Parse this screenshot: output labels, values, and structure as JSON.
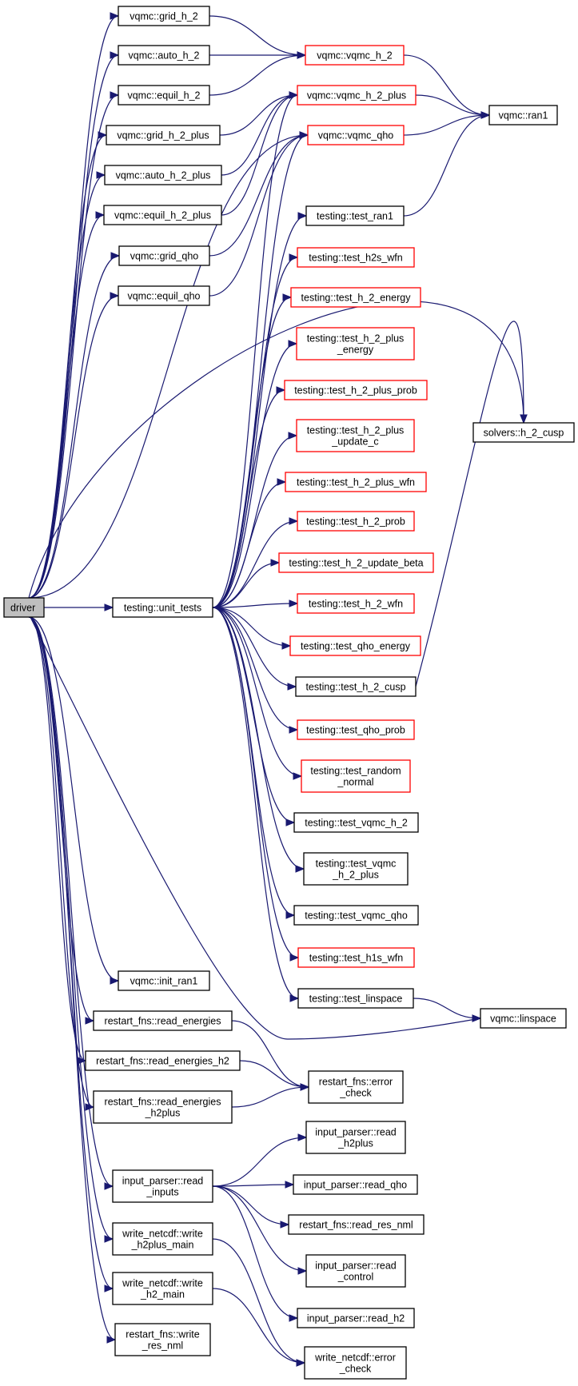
{
  "colors": {
    "edge": "#191970",
    "black_border": "#000000",
    "red_border": "#ff0000",
    "root_fill": "#bfbfbf",
    "node_fill": "#ffffff"
  },
  "nodes": [
    {
      "id": "driver",
      "lines": [
        "driver"
      ],
      "border": "black",
      "root": true
    },
    {
      "id": "grid_h_2",
      "lines": [
        "vqmc::grid_h_2"
      ],
      "border": "black"
    },
    {
      "id": "auto_h_2",
      "lines": [
        "vqmc::auto_h_2"
      ],
      "border": "black"
    },
    {
      "id": "equil_h_2",
      "lines": [
        "vqmc::equil_h_2"
      ],
      "border": "black"
    },
    {
      "id": "grid_h_2_plus",
      "lines": [
        "vqmc::grid_h_2_plus"
      ],
      "border": "black"
    },
    {
      "id": "auto_h_2_plus",
      "lines": [
        "vqmc::auto_h_2_plus"
      ],
      "border": "black"
    },
    {
      "id": "equil_h_2_plus",
      "lines": [
        "vqmc::equil_h_2_plus"
      ],
      "border": "black"
    },
    {
      "id": "grid_qho",
      "lines": [
        "vqmc::grid_qho"
      ],
      "border": "black"
    },
    {
      "id": "equil_qho",
      "lines": [
        "vqmc::equil_qho"
      ],
      "border": "black"
    },
    {
      "id": "vqmc_h_2",
      "lines": [
        "vqmc::vqmc_h_2"
      ],
      "border": "red"
    },
    {
      "id": "vqmc_h_2_plus",
      "lines": [
        "vqmc::vqmc_h_2_plus"
      ],
      "border": "red"
    },
    {
      "id": "vqmc_qho",
      "lines": [
        "vqmc::vqmc_qho"
      ],
      "border": "red"
    },
    {
      "id": "ran1",
      "lines": [
        "vqmc::ran1"
      ],
      "border": "black"
    },
    {
      "id": "h_2_cusp",
      "lines": [
        "solvers::h_2_cusp"
      ],
      "border": "black"
    },
    {
      "id": "unit_tests",
      "lines": [
        "testing::unit_tests"
      ],
      "border": "black"
    },
    {
      "id": "test_ran1",
      "lines": [
        "testing::test_ran1"
      ],
      "border": "black"
    },
    {
      "id": "test_h2s_wfn",
      "lines": [
        "testing::test_h2s_wfn"
      ],
      "border": "red"
    },
    {
      "id": "test_h_2_energy",
      "lines": [
        "testing::test_h_2_energy"
      ],
      "border": "red"
    },
    {
      "id": "test_h_2_plus_energy",
      "lines": [
        "testing::test_h_2_plus",
        "_energy"
      ],
      "border": "red"
    },
    {
      "id": "test_h_2_plus_prob",
      "lines": [
        "testing::test_h_2_plus_prob"
      ],
      "border": "red"
    },
    {
      "id": "test_h_2_plus_update_c",
      "lines": [
        "testing::test_h_2_plus",
        "_update_c"
      ],
      "border": "red"
    },
    {
      "id": "test_h_2_plus_wfn",
      "lines": [
        "testing::test_h_2_plus_wfn"
      ],
      "border": "red"
    },
    {
      "id": "test_h_2_prob",
      "lines": [
        "testing::test_h_2_prob"
      ],
      "border": "red"
    },
    {
      "id": "test_h_2_update_beta",
      "lines": [
        "testing::test_h_2_update_beta"
      ],
      "border": "red"
    },
    {
      "id": "test_h_2_wfn",
      "lines": [
        "testing::test_h_2_wfn"
      ],
      "border": "red"
    },
    {
      "id": "test_qho_energy",
      "lines": [
        "testing::test_qho_energy"
      ],
      "border": "red"
    },
    {
      "id": "test_h_2_cusp",
      "lines": [
        "testing::test_h_2_cusp"
      ],
      "border": "black"
    },
    {
      "id": "test_qho_prob",
      "lines": [
        "testing::test_qho_prob"
      ],
      "border": "red"
    },
    {
      "id": "test_random_normal",
      "lines": [
        "testing::test_random",
        "_normal"
      ],
      "border": "red"
    },
    {
      "id": "test_vqmc_h_2",
      "lines": [
        "testing::test_vqmc_h_2"
      ],
      "border": "black"
    },
    {
      "id": "test_vqmc_h_2_plus",
      "lines": [
        "testing::test_vqmc",
        "_h_2_plus"
      ],
      "border": "black"
    },
    {
      "id": "test_vqmc_qho",
      "lines": [
        "testing::test_vqmc_qho"
      ],
      "border": "black"
    },
    {
      "id": "test_h1s_wfn",
      "lines": [
        "testing::test_h1s_wfn"
      ],
      "border": "red"
    },
    {
      "id": "test_linspace",
      "lines": [
        "testing::test_linspace"
      ],
      "border": "black"
    },
    {
      "id": "linspace",
      "lines": [
        "vqmc::linspace"
      ],
      "border": "black"
    },
    {
      "id": "init_ran1",
      "lines": [
        "vqmc::init_ran1"
      ],
      "border": "black"
    },
    {
      "id": "read_energies",
      "lines": [
        "restart_fns::read_energies"
      ],
      "border": "black"
    },
    {
      "id": "read_energies_h2",
      "lines": [
        "restart_fns::read_energies_h2"
      ],
      "border": "black"
    },
    {
      "id": "read_energies_h2plus",
      "lines": [
        "restart_fns::read_energies",
        "_h2plus"
      ],
      "border": "black"
    },
    {
      "id": "error_check",
      "lines": [
        "restart_fns::error",
        "_check"
      ],
      "border": "black"
    },
    {
      "id": "read_inputs",
      "lines": [
        "input_parser::read",
        "_inputs"
      ],
      "border": "black"
    },
    {
      "id": "read_h2plus",
      "lines": [
        "input_parser::read",
        "_h2plus"
      ],
      "border": "black"
    },
    {
      "id": "read_qho",
      "lines": [
        "input_parser::read_qho"
      ],
      "border": "black"
    },
    {
      "id": "read_res_nml",
      "lines": [
        "restart_fns::read_res_nml"
      ],
      "border": "black"
    },
    {
      "id": "read_control",
      "lines": [
        "input_parser::read",
        "_control"
      ],
      "border": "black"
    },
    {
      "id": "read_h2",
      "lines": [
        "input_parser::read_h2"
      ],
      "border": "black"
    },
    {
      "id": "write_h2plus_main",
      "lines": [
        "write_netcdf::write",
        "_h2plus_main"
      ],
      "border": "black"
    },
    {
      "id": "write_h2_main",
      "lines": [
        "write_netcdf::write",
        "_h2_main"
      ],
      "border": "black"
    },
    {
      "id": "write_res_nml",
      "lines": [
        "restart_fns::write",
        "_res_nml"
      ],
      "border": "black"
    },
    {
      "id": "nc_error_check",
      "lines": [
        "write_netcdf::error",
        "_check"
      ],
      "border": "black"
    }
  ],
  "edges": [
    [
      "driver",
      "grid_h_2"
    ],
    [
      "driver",
      "auto_h_2"
    ],
    [
      "driver",
      "equil_h_2"
    ],
    [
      "driver",
      "grid_h_2_plus"
    ],
    [
      "driver",
      "auto_h_2_plus"
    ],
    [
      "driver",
      "equil_h_2_plus"
    ],
    [
      "driver",
      "grid_qho"
    ],
    [
      "driver",
      "equil_qho"
    ],
    [
      "driver",
      "vqmc_qho"
    ],
    [
      "driver",
      "h_2_cusp"
    ],
    [
      "driver",
      "unit_tests"
    ],
    [
      "driver",
      "linspace"
    ],
    [
      "driver",
      "init_ran1"
    ],
    [
      "driver",
      "read_energies"
    ],
    [
      "driver",
      "read_energies_h2"
    ],
    [
      "driver",
      "read_energies_h2plus"
    ],
    [
      "driver",
      "read_inputs"
    ],
    [
      "driver",
      "write_h2plus_main"
    ],
    [
      "driver",
      "write_h2_main"
    ],
    [
      "driver",
      "write_res_nml"
    ],
    [
      "grid_h_2",
      "vqmc_h_2"
    ],
    [
      "auto_h_2",
      "vqmc_h_2"
    ],
    [
      "equil_h_2",
      "vqmc_h_2"
    ],
    [
      "grid_h_2_plus",
      "vqmc_h_2_plus"
    ],
    [
      "auto_h_2_plus",
      "vqmc_h_2_plus"
    ],
    [
      "equil_h_2_plus",
      "vqmc_h_2_plus"
    ],
    [
      "grid_qho",
      "vqmc_qho"
    ],
    [
      "equil_qho",
      "vqmc_qho"
    ],
    [
      "vqmc_h_2",
      "ran1"
    ],
    [
      "vqmc_h_2_plus",
      "ran1"
    ],
    [
      "vqmc_qho",
      "ran1"
    ],
    [
      "unit_tests",
      "vqmc_h_2_plus"
    ],
    [
      "unit_tests",
      "vqmc_qho"
    ],
    [
      "unit_tests",
      "test_ran1"
    ],
    [
      "unit_tests",
      "test_h2s_wfn"
    ],
    [
      "unit_tests",
      "test_h_2_energy"
    ],
    [
      "unit_tests",
      "test_h_2_plus_energy"
    ],
    [
      "unit_tests",
      "test_h_2_plus_prob"
    ],
    [
      "unit_tests",
      "test_h_2_plus_update_c"
    ],
    [
      "unit_tests",
      "test_h_2_plus_wfn"
    ],
    [
      "unit_tests",
      "test_h_2_prob"
    ],
    [
      "unit_tests",
      "test_h_2_update_beta"
    ],
    [
      "unit_tests",
      "test_h_2_wfn"
    ],
    [
      "unit_tests",
      "test_qho_energy"
    ],
    [
      "unit_tests",
      "test_h_2_cusp"
    ],
    [
      "unit_tests",
      "test_qho_prob"
    ],
    [
      "unit_tests",
      "test_random_normal"
    ],
    [
      "unit_tests",
      "test_vqmc_h_2"
    ],
    [
      "unit_tests",
      "test_vqmc_h_2_plus"
    ],
    [
      "unit_tests",
      "test_vqmc_qho"
    ],
    [
      "unit_tests",
      "test_h1s_wfn"
    ],
    [
      "unit_tests",
      "test_linspace"
    ],
    [
      "test_ran1",
      "ran1"
    ],
    [
      "test_h_2_cusp",
      "h_2_cusp"
    ],
    [
      "test_linspace",
      "linspace"
    ],
    [
      "read_energies",
      "error_check"
    ],
    [
      "read_energies_h2",
      "error_check"
    ],
    [
      "read_energies_h2plus",
      "error_check"
    ],
    [
      "read_inputs",
      "read_h2plus"
    ],
    [
      "read_inputs",
      "read_qho"
    ],
    [
      "read_inputs",
      "read_res_nml"
    ],
    [
      "read_inputs",
      "read_control"
    ],
    [
      "read_inputs",
      "read_h2"
    ],
    [
      "write_h2plus_main",
      "nc_error_check"
    ],
    [
      "write_h2_main",
      "nc_error_check"
    ]
  ]
}
